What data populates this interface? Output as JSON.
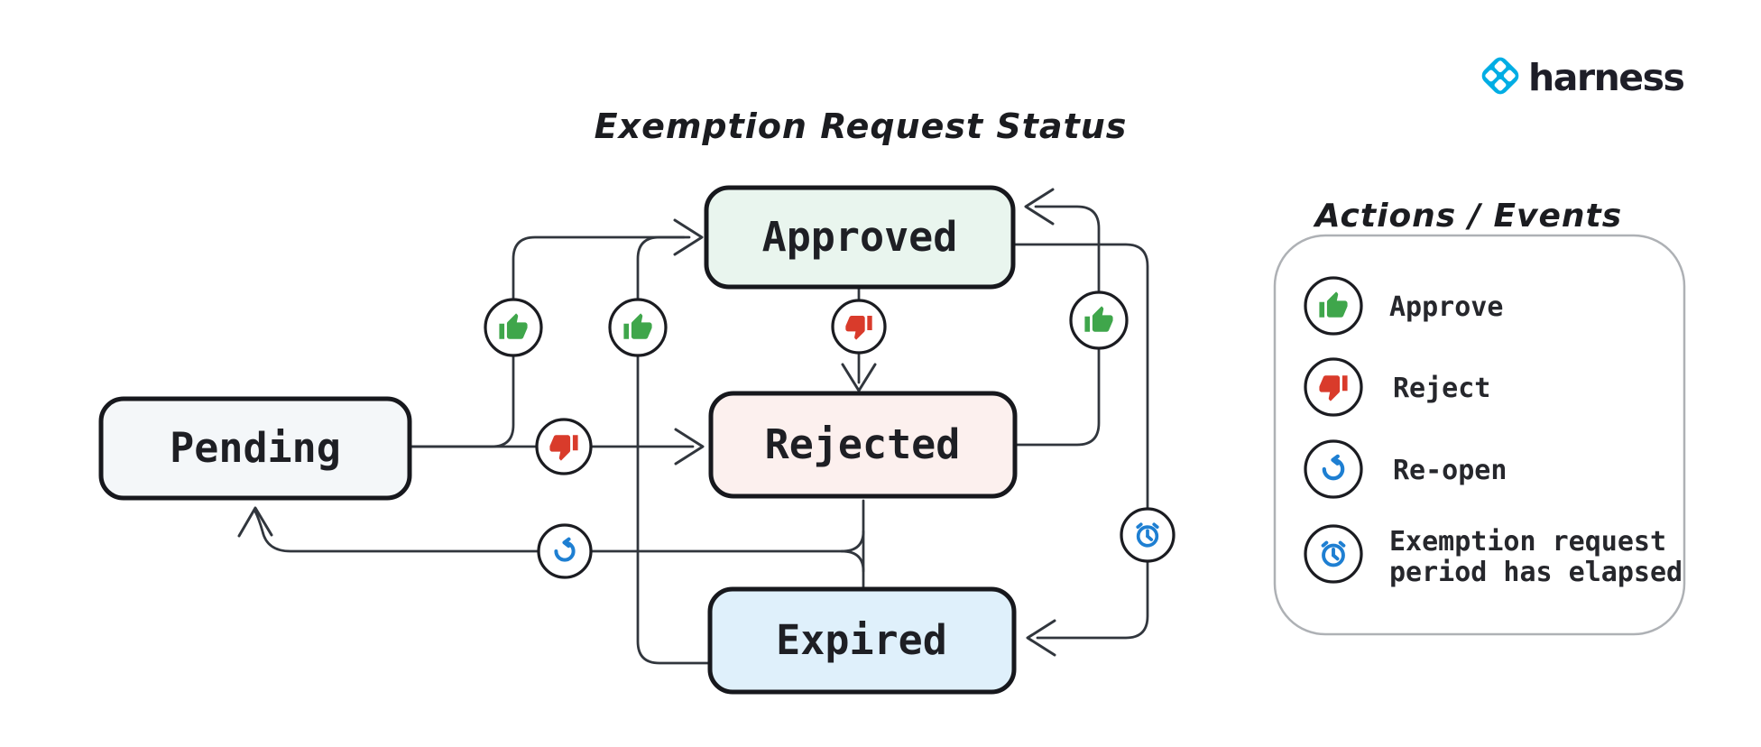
{
  "title": "Exemption Request Status",
  "brand": {
    "name": "harness",
    "icon_color": "#00ade4"
  },
  "states": {
    "pending": {
      "label": "Pending",
      "fill": "#f4f7f9"
    },
    "approved": {
      "label": "Approved",
      "fill": "#e9f5ee"
    },
    "rejected": {
      "label": "Rejected",
      "fill": "#fcf0ee"
    },
    "expired": {
      "label": "Expired",
      "fill": "#dff0fb"
    }
  },
  "actions": {
    "approve": {
      "label": "Approve",
      "color": "#3fa64b",
      "icon": "thumbs-up"
    },
    "reject": {
      "label": "Reject",
      "color": "#d93b2b",
      "icon": "thumbs-down"
    },
    "reopen": {
      "label": "Re-open",
      "color": "#1e7fd2",
      "icon": "reopen-arrow"
    },
    "elapsed": {
      "label": "Exemption request period has elapsed",
      "lines": [
        "Exemption request",
        "period has elapsed"
      ],
      "color": "#1e7fd2",
      "icon": "alarm-clock"
    }
  },
  "legend": {
    "title": "Actions / Events"
  },
  "transitions": [
    {
      "from": "Pending",
      "to": "Approved",
      "action": "Approve"
    },
    {
      "from": "Pending",
      "to": "Rejected",
      "action": "Reject"
    },
    {
      "from": "Approved",
      "to": "Rejected",
      "action": "Reject"
    },
    {
      "from": "Rejected",
      "to": "Approved",
      "action": "Approve"
    },
    {
      "from": "Expired",
      "to": "Approved",
      "action": "Approve"
    },
    {
      "from": "Approved",
      "to": "Expired",
      "action": "Exemption request period has elapsed"
    },
    {
      "from": "Rejected",
      "to": "Pending",
      "action": "Re-open"
    },
    {
      "from": "Expired",
      "to": "Pending",
      "action": "Re-open"
    }
  ],
  "edge_color": "#31363d"
}
